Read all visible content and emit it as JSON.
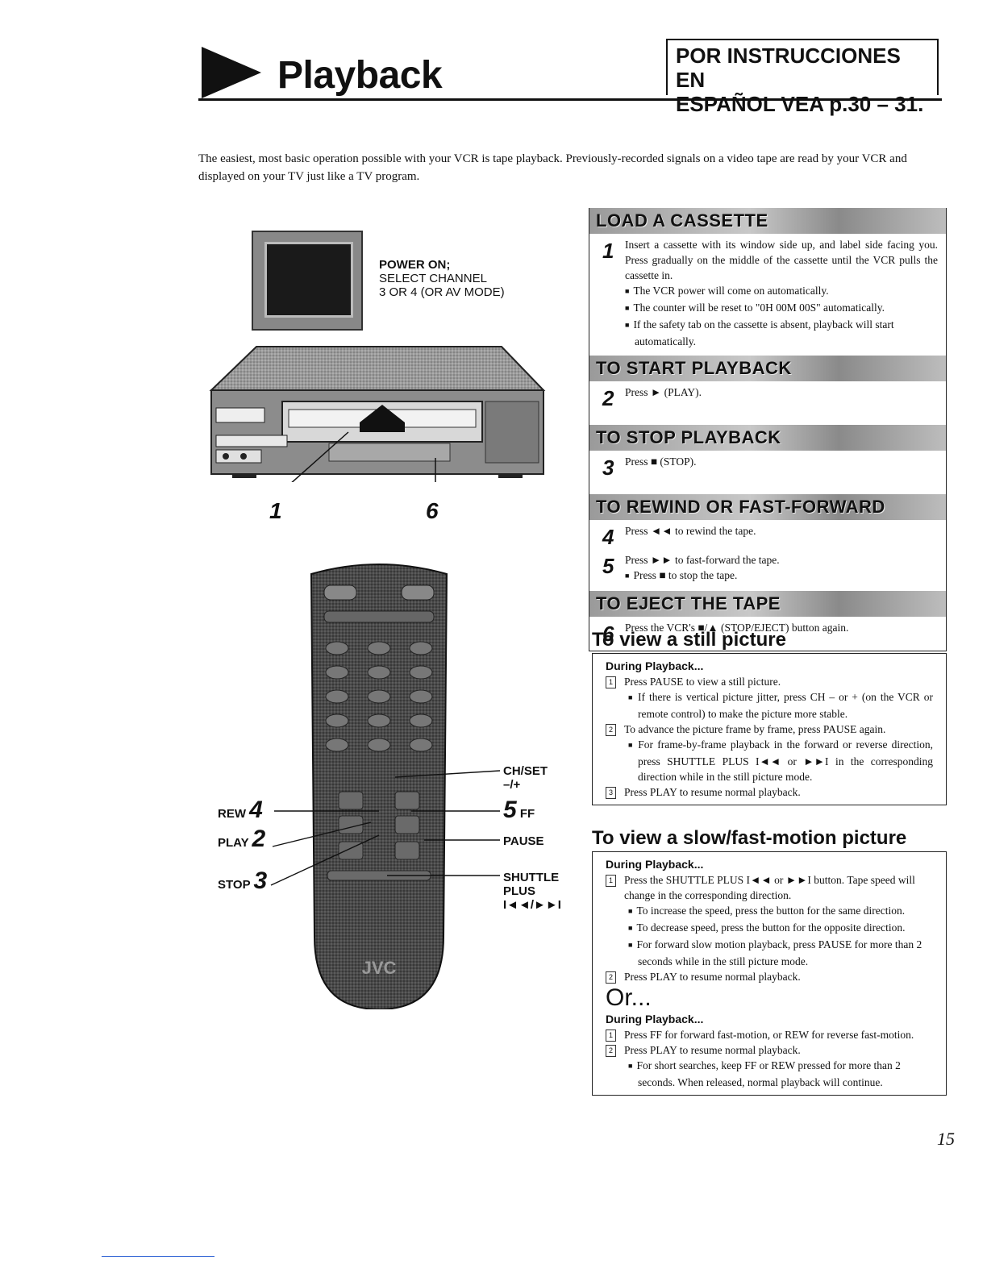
{
  "header": {
    "title": "Playback",
    "spanish_line1": "POR INSTRUCCIONES EN",
    "spanish_line2": "ESPAÑOL VEA p.30 – 31."
  },
  "intro": "The easiest, most basic operation possible with your VCR is tape playback. Previously-recorded signals on a video tape are read by your VCR and displayed on your TV just like a TV program.",
  "illustration": {
    "power_line1": "POWER ON;",
    "power_line2": "SELECT CHANNEL",
    "power_line3": "3 OR 4 (OR AV MODE)",
    "vcr_marker_1": "1",
    "vcr_marker_6": "6",
    "remote": {
      "chset": "CH/SET",
      "chset_sub": "–/+",
      "ff_num": "5",
      "ff": "FF",
      "pause": "PAUSE",
      "shuttle": "SHUTTLE",
      "plus": "PLUS",
      "shuttle_sym": "I◄◄/►►I",
      "rew": "REW",
      "rew_num": "4",
      "play": "PLAY",
      "play_num": "2",
      "stop": "STOP",
      "stop_num": "3"
    }
  },
  "steps": [
    {
      "heading": "LOAD A CASSETTE",
      "items": [
        {
          "num": "1",
          "text": "Insert a cassette with its window side up, and label side facing you. Press gradually on the middle of the cassette until the VCR pulls the cassette in.",
          "bullets": [
            "The VCR power will come on automatically.",
            "The counter will be reset to \"0H 00M 00S\" automatically.",
            "If the safety tab on the cassette is absent, playback will start automatically."
          ]
        }
      ]
    },
    {
      "heading": "TO START PLAYBACK",
      "items": [
        {
          "num": "2",
          "text": "Press ► (PLAY).",
          "bullets": []
        }
      ]
    },
    {
      "heading": "TO STOP PLAYBACK",
      "items": [
        {
          "num": "3",
          "text": "Press ■ (STOP).",
          "bullets": []
        }
      ]
    },
    {
      "heading": "TO REWIND OR FAST-FORWARD",
      "items": [
        {
          "num": "4",
          "text": "Press ◄◄ to rewind the tape.",
          "bullets": []
        },
        {
          "num": "5",
          "text": "Press ►► to fast-forward the tape.",
          "bullets": [
            "Press ■ to stop the tape."
          ]
        }
      ]
    },
    {
      "heading": "TO EJECT THE TAPE",
      "items": [
        {
          "num": "6",
          "text": "Press the VCR's ■/▲ (STOP/EJECT) button again.",
          "bullets": []
        }
      ]
    }
  ],
  "still": {
    "title": "To view a still picture",
    "during": "During Playback...",
    "items": [
      {
        "num": "1",
        "text": "Press PAUSE to view a still picture.",
        "bullets": [
          "If there is vertical picture jitter, press CH – or + (on the VCR or remote control) to make the picture more stable."
        ]
      },
      {
        "num": "2",
        "text": "To advance the picture frame by frame, press PAUSE again.",
        "bullets": [
          "For frame-by-frame playback in the forward or reverse direction, press SHUTTLE PLUS I◄◄ or ►►I in the corresponding direction while in the still picture mode."
        ]
      },
      {
        "num": "3",
        "text": "Press PLAY to resume normal playback.",
        "bullets": []
      }
    ]
  },
  "slow": {
    "title": "To view a slow/fast-motion picture",
    "during": "During Playback...",
    "items": [
      {
        "num": "1",
        "text": "Press the SHUTTLE PLUS I◄◄ or ►►I button. Tape speed will change in the corresponding direction.",
        "bullets": [
          "To increase the speed, press the button for the same direction.",
          "To decrease speed, press the button for the opposite direction.",
          "For forward slow motion playback, press PAUSE for more than 2 seconds while in the still picture mode."
        ]
      },
      {
        "num": "2",
        "text": "Press PLAY to resume normal playback.",
        "bullets": []
      }
    ],
    "or": "Or...",
    "during2": "During Playback...",
    "items2": [
      {
        "num": "1",
        "text": "Press FF for forward fast-motion, or REW for reverse fast-motion.",
        "bullets": []
      },
      {
        "num": "2",
        "text": "Press PLAY to resume normal playback.",
        "bullets": [
          "For short searches, keep FF or REW pressed for more than 2 seconds. When released, normal playback will continue."
        ]
      }
    ]
  },
  "page_number": "15"
}
